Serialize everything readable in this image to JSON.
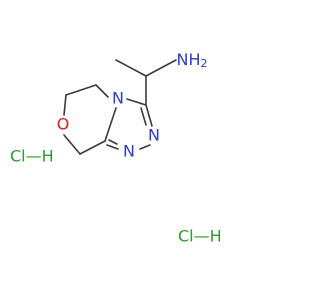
{
  "molecule": {
    "atoms": {
      "n_amine": {
        "text": "NH2",
        "color": "#2a3cc8"
      },
      "n_ring4": {
        "text": "N",
        "color": "#2a3cc8"
      },
      "n_ring2": {
        "text": "N",
        "color": "#2a3cc8"
      },
      "n_ring1": {
        "text": "N",
        "color": "#2a3cc8"
      },
      "o_ring": {
        "text": "O",
        "color": "#d42020"
      }
    },
    "salts": [
      {
        "text": "Cl—H",
        "color": "#2e9a2e"
      },
      {
        "text": "Cl—H",
        "color": "#2e9a2e"
      }
    ]
  }
}
